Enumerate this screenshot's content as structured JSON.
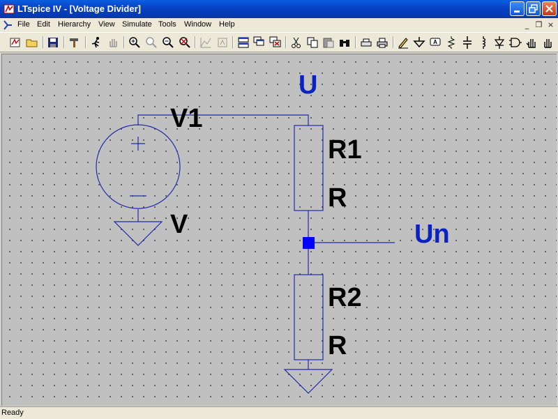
{
  "window": {
    "title": "LTspice IV - [Voltage Divider]",
    "minimize_icon": "minimize-icon",
    "maximize_icon": "restore-icon",
    "close_icon": "close-icon"
  },
  "menu": {
    "items": [
      {
        "label": "File"
      },
      {
        "label": "Edit"
      },
      {
        "label": "Hierarchy"
      },
      {
        "label": "View"
      },
      {
        "label": "Simulate"
      },
      {
        "label": "Tools"
      },
      {
        "label": "Window"
      },
      {
        "label": "Help"
      }
    ],
    "mdi_minimize": "_",
    "mdi_restore": "❐",
    "mdi_close": "×"
  },
  "schematic": {
    "source_name": "V1",
    "source_value": "V",
    "r1_name": "R1",
    "r1_value": "R",
    "r2_name": "R2",
    "r2_value": "R",
    "net_top": "U",
    "net_mid": "Un",
    "wire_color": "#1f2aa8",
    "label_color": "#0a22c0",
    "junction_color": "#0000ff"
  },
  "status": {
    "text": "Ready"
  }
}
